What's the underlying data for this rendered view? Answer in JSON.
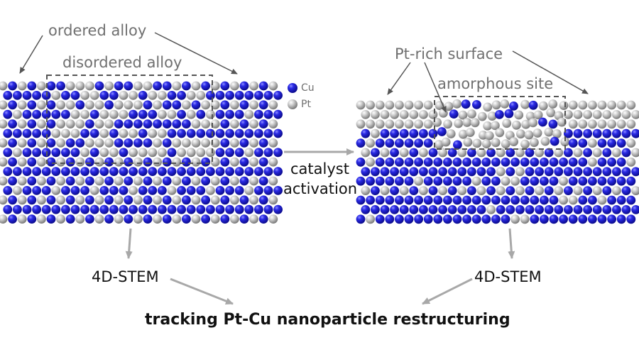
{
  "labels": {
    "ordered_alloy": "ordered alloy",
    "disordered_alloy": "disordered alloy",
    "pt_rich_surface": "Pt-rich surface",
    "amorphous_site": "amorphous site",
    "catalyst_line1": "catalyst",
    "catalyst_line2": "activation",
    "stem_left": "4D-STEM",
    "stem_right": "4D-STEM",
    "title": "tracking Pt-Cu nanoparticle restructuring"
  },
  "legend": [
    {
      "element": "Cu",
      "color": "#1a1ad0"
    },
    {
      "element": "Pt",
      "color": "#b8b8b8"
    }
  ],
  "colors": {
    "cu_atom": "#1a1ad0",
    "pt_atom": "#bdbdbd",
    "annotation_text": "#707070",
    "arrow": "#b0b0b0"
  }
}
